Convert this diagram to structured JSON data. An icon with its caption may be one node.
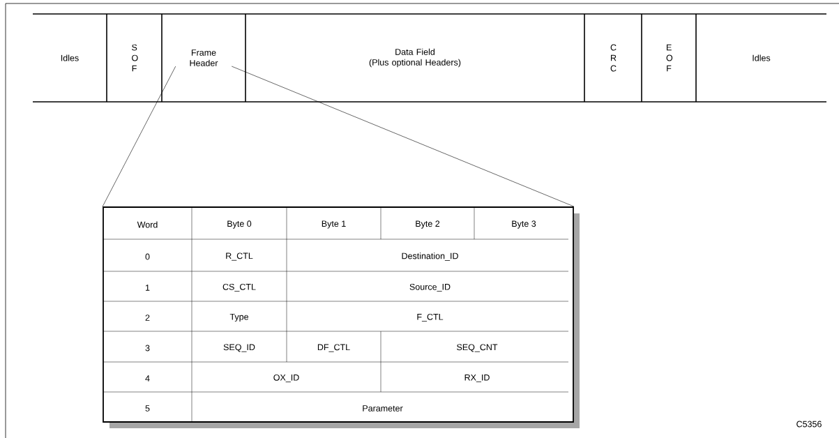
{
  "diagram": {
    "nodes": [
      {
        "text": [
          "Idles"
        ]
      },
      {
        "text": [
          "S O F"
        ]
      },
      {
        "text": [
          "Frame Header"
        ]
      },
      {
        "text": [
          "Data Field",
          "(Plus optional Headers)"
        ]
      },
      {
        "text": [
          "C R C"
        ]
      },
      {
        "text": [
          "E O F"
        ]
      },
      {
        "text": [
          "Idles"
        ]
      },
      {
        "text": [],
        "shape": "box"
      }
    ],
    "edges": [
      {
        "from": 2,
        "to": 7,
        "arrow": "none"
      },
      {
        "from": 2,
        "to": 7,
        "arrow": "none"
      }
    ],
    "labels": [
      "Word",
      "Byte 0",
      "Byte 1",
      "Byte 2",
      "Byte 3",
      "0",
      "R_CTL",
      "Destination_ID",
      "1",
      "CS_CTL",
      "Source_ID",
      "2",
      "Type",
      "F_CTL",
      "3",
      "SEQ_ID",
      "DF_CTL",
      "SEQ_CNT",
      "4",
      "OX_ID",
      "RX_ID",
      "5",
      "Parameter",
      "C5356"
    ]
  }
}
